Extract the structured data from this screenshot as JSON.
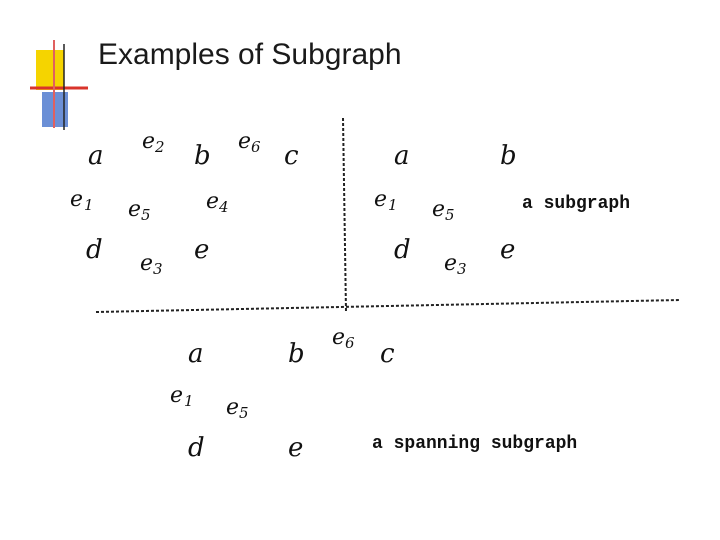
{
  "title": "Examples of Subgraph",
  "captions": {
    "subgraph": "a subgraph",
    "spanning": "a spanning subgraph"
  },
  "graph_g": {
    "vertices": [
      "a",
      "b",
      "c",
      "d",
      "e"
    ],
    "edge_labels": [
      "e1",
      "e2",
      "e3",
      "e4",
      "e5",
      "e6"
    ]
  },
  "subgraph": {
    "vertices": [
      "a",
      "b",
      "d",
      "e"
    ],
    "edge_labels": [
      "e1",
      "e3",
      "e5"
    ]
  },
  "spanning_subgraph": {
    "vertices": [
      "a",
      "b",
      "c",
      "d",
      "e"
    ],
    "edge_labels": [
      "e1",
      "e5",
      "e6"
    ]
  },
  "colors": {
    "accent_yellow": "#f5d400",
    "accent_blue": "#6b8fd6",
    "accent_red": "#d9342b"
  }
}
